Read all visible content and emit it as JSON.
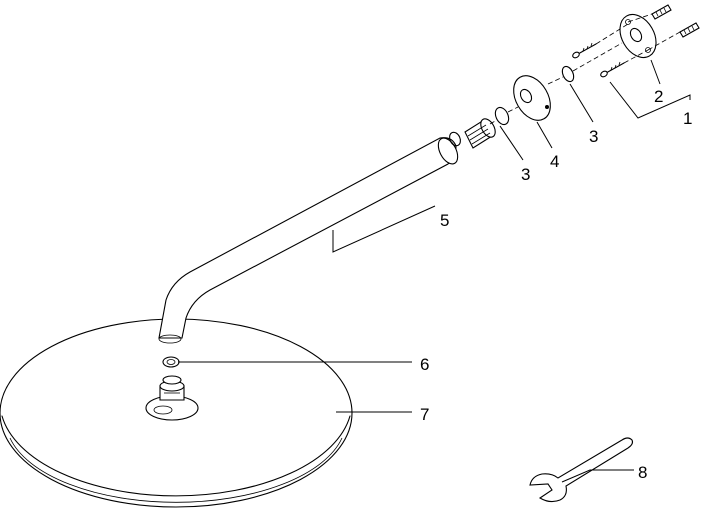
{
  "callouts": [
    {
      "id": "callout-1",
      "label": "1"
    },
    {
      "id": "callout-2",
      "label": "2"
    },
    {
      "id": "callout-3a",
      "label": "3"
    },
    {
      "id": "callout-3b",
      "label": "3"
    },
    {
      "id": "callout-4",
      "label": "4"
    },
    {
      "id": "callout-5",
      "label": "5"
    },
    {
      "id": "callout-6",
      "label": "6"
    },
    {
      "id": "callout-7",
      "label": "7"
    },
    {
      "id": "callout-8",
      "label": "8"
    }
  ]
}
